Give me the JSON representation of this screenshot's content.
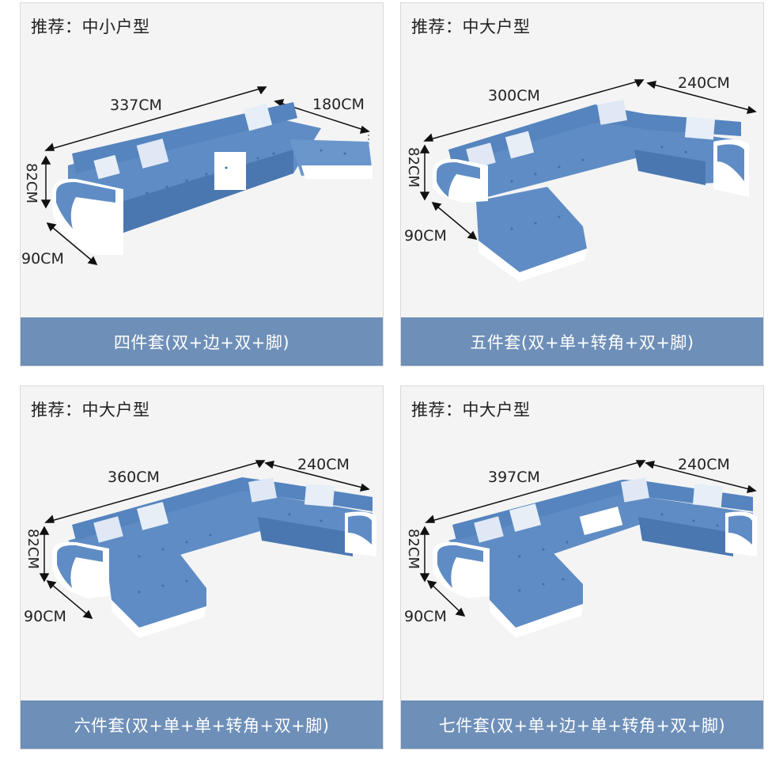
{
  "cards": [
    {
      "recommend": "推荐：中小户型",
      "dims": {
        "d1": "337CM",
        "d2": "180CM",
        "height": "82CM",
        "depth": "90CM"
      },
      "set_label": "四件套(双+边+双+脚)"
    },
    {
      "recommend": "推荐：中大户型",
      "dims": {
        "d1": "300CM",
        "d2": "240CM",
        "height": "82CM",
        "depth": "90CM"
      },
      "set_label": "五件套(双+单+转角+双+脚)"
    },
    {
      "recommend": "推荐：中大户型",
      "dims": {
        "d1": "360CM",
        "d2": "240CM",
        "height": "82CM",
        "depth": "90CM"
      },
      "set_label": "六件套(双+单+单+转角+双+脚)"
    },
    {
      "recommend": "推荐：中大户型",
      "dims": {
        "d1": "397CM",
        "d2": "240CM",
        "height": "82CM",
        "depth": "90CM"
      },
      "set_label": "七件套(双+单+边+单+转角+双+脚)"
    }
  ],
  "colors": {
    "sofa_blue": "#5f8cc4",
    "sofa_blue_dark": "#3f6ea8",
    "frame_white": "#ffffff",
    "label_bar": "#6e8fb8",
    "card_bg": "#f4f4f4"
  },
  "icons": [
    "sofa-illustration",
    "dimension-arrow"
  ]
}
